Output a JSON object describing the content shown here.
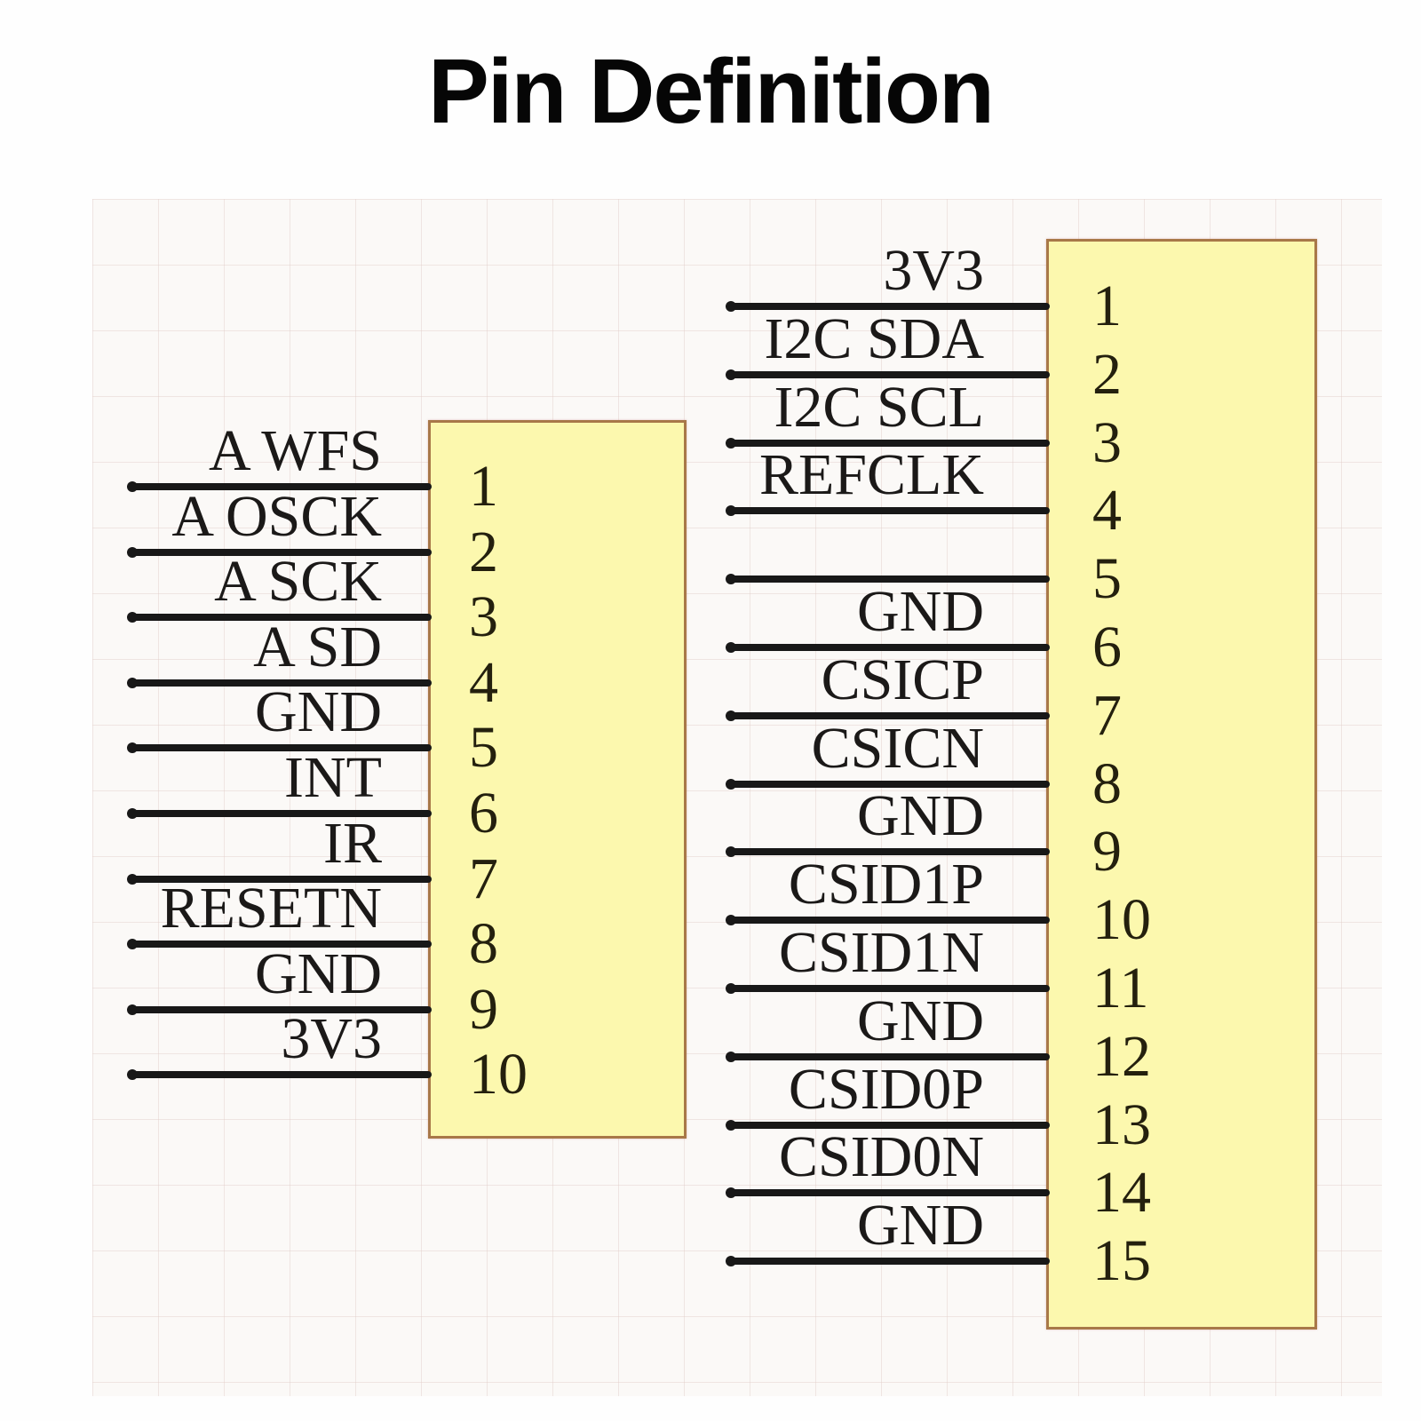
{
  "title": "Pin Definition",
  "colors": {
    "box_fill": "#fcf8ae",
    "box_border": "#a87848",
    "pin_line": "#181818",
    "text": "#1b1918",
    "background": "#fefefe"
  },
  "connectors": [
    {
      "name": "left-connector",
      "pins": [
        {
          "num": "1",
          "label": "A WFS"
        },
        {
          "num": "2",
          "label": "A OSCK"
        },
        {
          "num": "3",
          "label": "A SCK"
        },
        {
          "num": "4",
          "label": "A SD"
        },
        {
          "num": "5",
          "label": "GND"
        },
        {
          "num": "6",
          "label": "INT"
        },
        {
          "num": "7",
          "label": "IR"
        },
        {
          "num": "8",
          "label": "RESETN"
        },
        {
          "num": "9",
          "label": "GND"
        },
        {
          "num": "10",
          "label": "3V3"
        }
      ]
    },
    {
      "name": "right-connector",
      "pins": [
        {
          "num": "1",
          "label": "3V3"
        },
        {
          "num": "2",
          "label": "I2C SDA"
        },
        {
          "num": "3",
          "label": "I2C SCL"
        },
        {
          "num": "4",
          "label": "REFCLK"
        },
        {
          "num": "5",
          "label": ""
        },
        {
          "num": "6",
          "label": "GND"
        },
        {
          "num": "7",
          "label": "CSICP"
        },
        {
          "num": "8",
          "label": "CSICN"
        },
        {
          "num": "9",
          "label": "GND"
        },
        {
          "num": "10",
          "label": "CSID1P"
        },
        {
          "num": "11",
          "label": "CSID1N"
        },
        {
          "num": "12",
          "label": "GND"
        },
        {
          "num": "13",
          "label": "CSID0P"
        },
        {
          "num": "14",
          "label": "CSID0N"
        },
        {
          "num": "15",
          "label": "GND"
        }
      ]
    }
  ]
}
